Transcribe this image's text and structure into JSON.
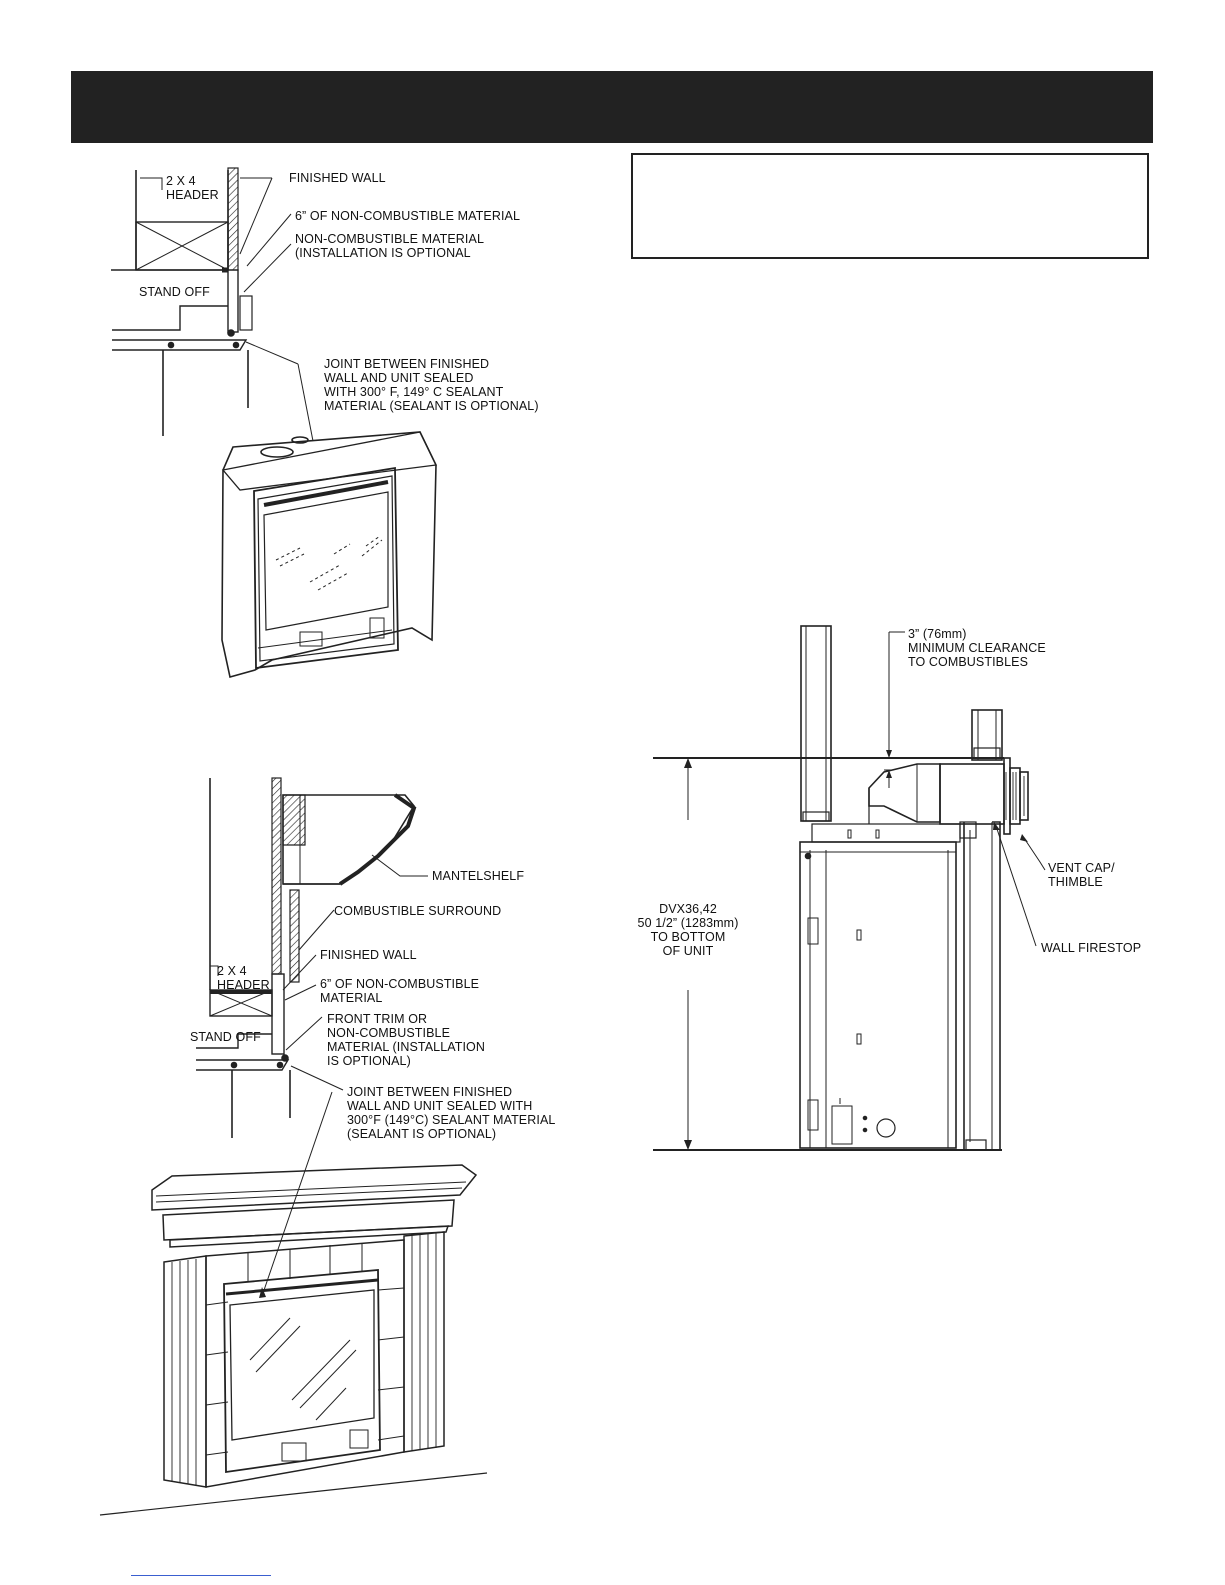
{
  "page": {
    "header_color": "#222222",
    "link_color": "#3a5fd0"
  },
  "diagram1": {
    "labels": {
      "header": "2 X 4\nHEADER",
      "finished_wall": "FINISHED WALL",
      "six_inch": "6” OF NON-COMBUSTIBLE MATERIAL",
      "non_comb": "NON-COMBUSTIBLE MATERIAL\n(INSTALLATION IS OPTIONAL",
      "standoff": "STAND OFF",
      "joint": "JOINT BETWEEN FINISHED\nWALL AND UNIT SEALED\nWITH 300° F, 149° C SEALANT\nMATERIAL (SEALANT IS OPTIONAL)"
    }
  },
  "diagram2": {
    "labels": {
      "mantelshelf": "MANTELSHELF",
      "comb_surround": "COMBUSTIBLE SURROUND",
      "finished_wall": "FINISHED WALL",
      "header": "2 X 4\nHEADER",
      "six_inch": "6” OF NON-COMBUSTIBLE\nMATERIAL",
      "standoff": "STAND OFF",
      "front_trim": "FRONT TRIM OR\nNON-COMBUSTIBLE\nMATERIAL (INSTALLATION\nIS OPTIONAL)",
      "joint": "JOINT BETWEEN FINISHED\nWALL AND UNIT SEALED WITH\n300°F (149°C) SEALANT MATERIAL\n(SEALANT IS OPTIONAL)"
    }
  },
  "diagram3": {
    "labels": {
      "clearance": "3” (76mm)\nMINIMUM CLEARANCE\nTO COMBUSTIBLES",
      "vent_cap": "VENT CAP/\nTHIMBLE",
      "firestop": "WALL FIRESTOP",
      "height": "DVX36,42\n50 1/2” (1283mm)\nTO BOTTOM\nOF UNIT"
    }
  }
}
